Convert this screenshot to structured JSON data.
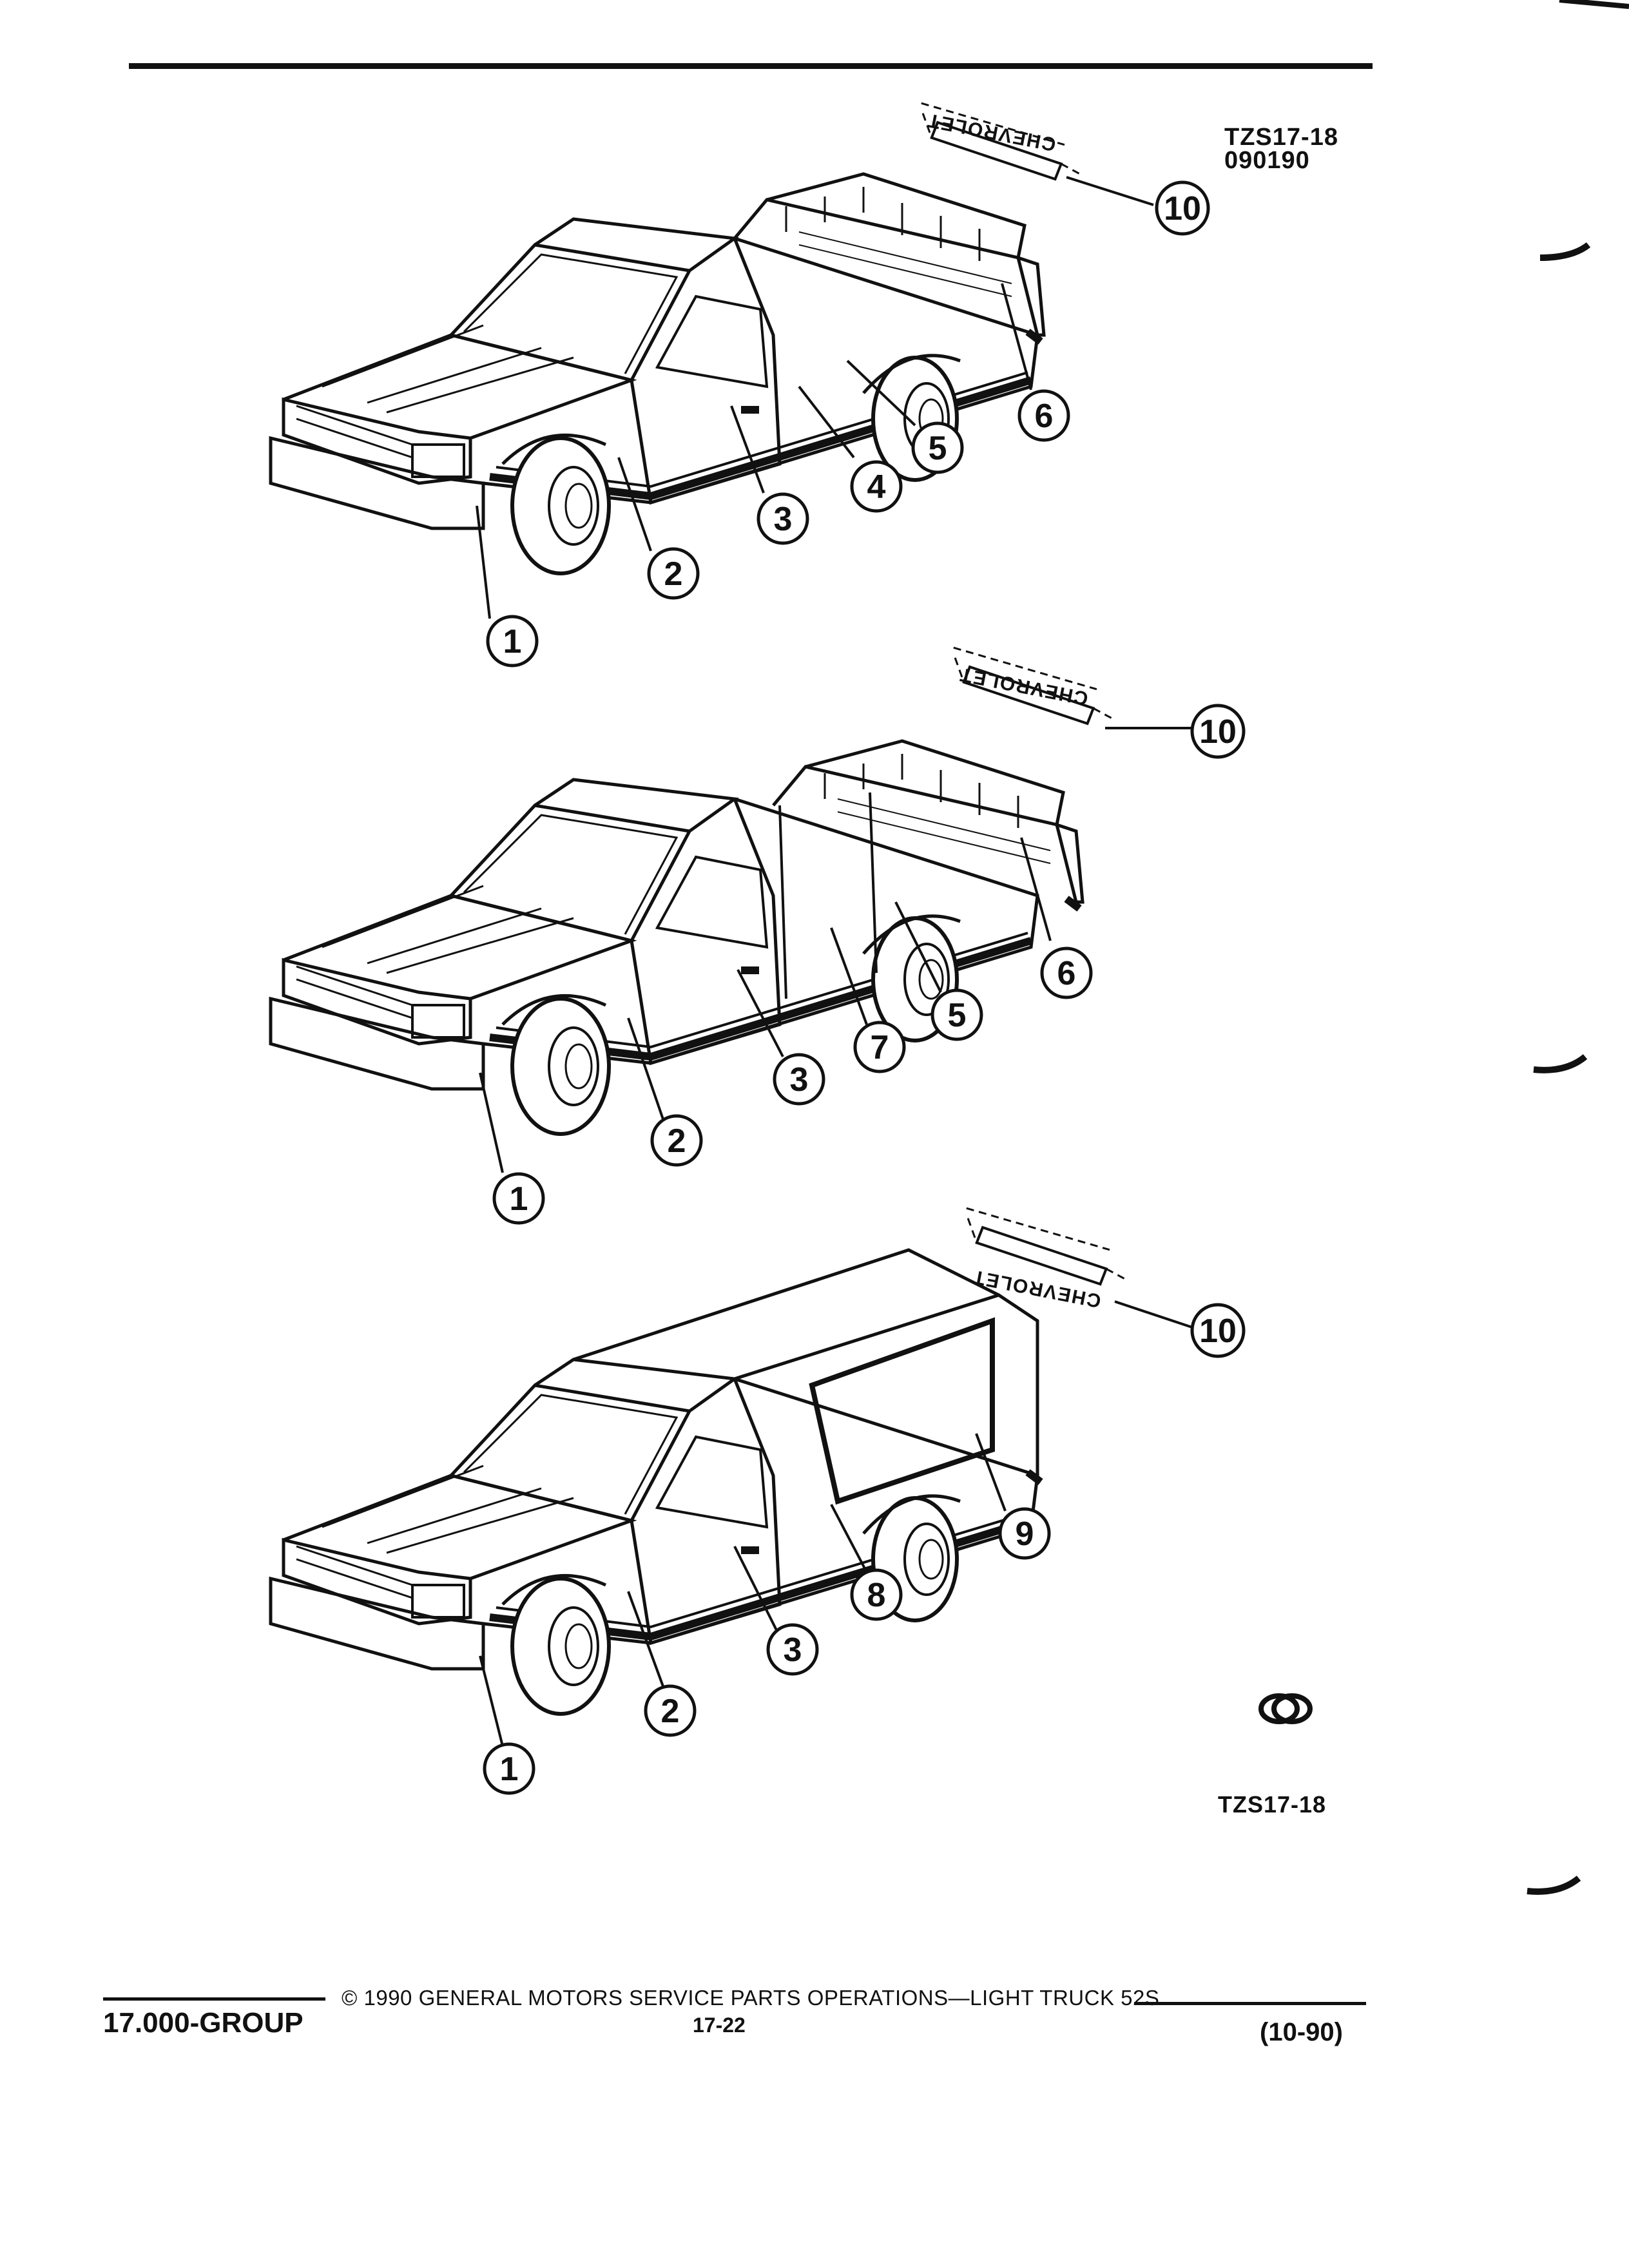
{
  "header": {
    "figure_code": "TZS17-18",
    "date_code": "090190"
  },
  "emblem": {
    "text": "CHEVROLET"
  },
  "figures": [
    {
      "name": "regular-cab-pickup",
      "callouts": [
        "1",
        "2",
        "3",
        "4",
        "5",
        "6",
        "10"
      ]
    },
    {
      "name": "extended-cab-pickup",
      "callouts": [
        "1",
        "2",
        "3",
        "7",
        "5",
        "6",
        "10"
      ]
    },
    {
      "name": "utility-blazer",
      "callouts": [
        "1",
        "2",
        "3",
        "8",
        "9",
        "10"
      ]
    }
  ],
  "bottom_figure_code": "TZS17-18",
  "footer": {
    "group": "17.000-GROUP",
    "copyright": "© 1990 GENERAL MOTORS SERVICE PARTS OPERATIONS—LIGHT TRUCK 52S",
    "page_number": "17-22",
    "revision": "(10-90)"
  },
  "colors": {
    "ink": "#111111",
    "paper": "#ffffff"
  }
}
